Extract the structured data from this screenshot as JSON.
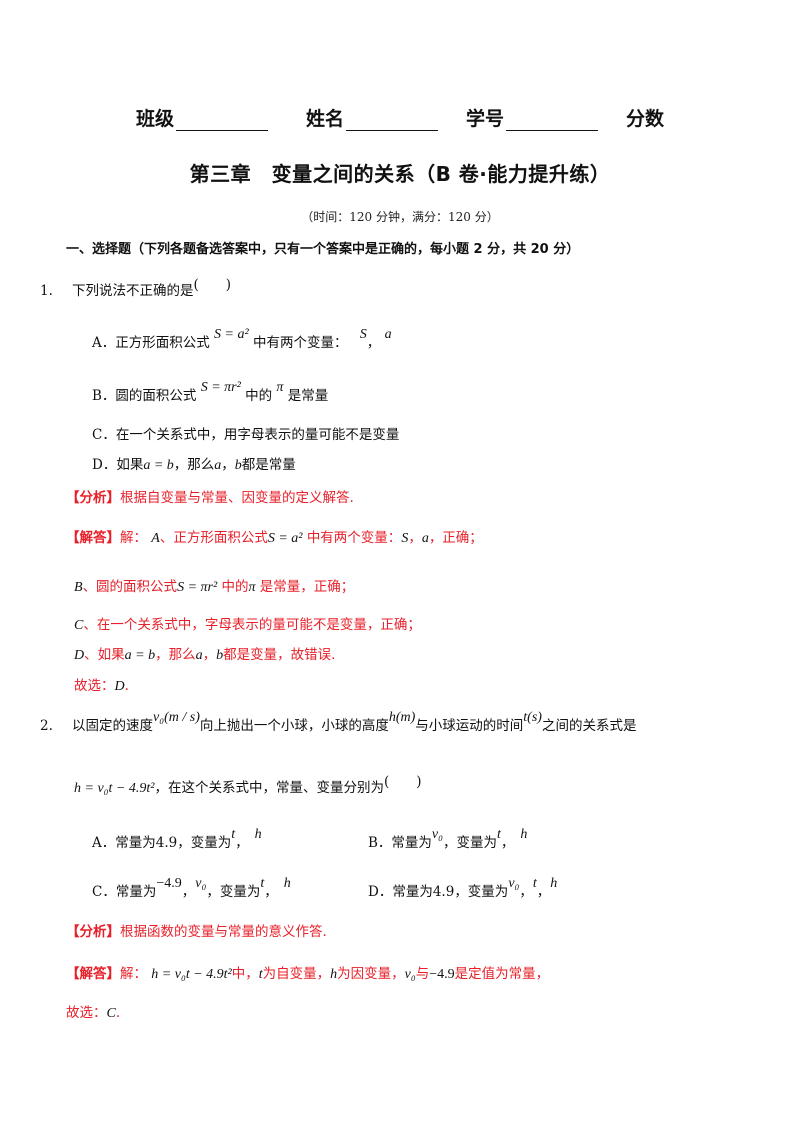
{
  "header": {
    "fields": [
      {
        "label": "班级",
        "value": ""
      },
      {
        "label": "姓名",
        "value": ""
      },
      {
        "label": "学号",
        "value": ""
      },
      {
        "label": "分数",
        "value": ""
      }
    ]
  },
  "title": "第三章　变量之间的关系（B 卷·能力提升练）",
  "subtitle": "（时间：120 分钟，满分：120 分）",
  "section_heading": "一、选择题（下列各题备选答案中，只有一个答案中是正确的，每小题 2 分，共 20 分）",
  "questions": [
    {
      "number": "1.",
      "stem": "下列说法不正确的是",
      "blank": "(　　)",
      "options": [
        {
          "label": "A．",
          "text1": "正方形面积公式",
          "math1": "S = a²",
          "text2": "中有两个变量：",
          "math2": "S",
          "sep": "，",
          "math3": "a"
        },
        {
          "label": "B．",
          "text1": "圆的面积公式",
          "math1": "S = πr²",
          "text2": "中的",
          "math2": "π",
          "text3": "是常量"
        },
        {
          "label": "C．",
          "text1": "在一个关系式中，用字母表示的量可能不是变量"
        },
        {
          "label": "D．",
          "text1": "如果",
          "math1": "a = b",
          "text2": "，那么",
          "math2": "a",
          "sep": "，",
          "math3": "b",
          "text3": "都是常量"
        }
      ],
      "analysis_tag": "【分析】",
      "analysis": "根据自变量与常量、因变量的定义解答.",
      "solution_tag": "【解答】",
      "solution_lines": [
        {
          "prefix": "解：",
          "m0": "A",
          "t1": "、正方形面积公式",
          "m1": "S = a²",
          "t2": "中有两个变量：",
          "m2": "S",
          "t3": "，",
          "m3": "a",
          "t4": "，正确；"
        },
        {
          "m0": "B",
          "t1": "、圆的面积公式",
          "m1": "S = πr²",
          "t2": "中的",
          "m2": "π",
          "t3": "是常量，正确；"
        },
        {
          "m0": "C",
          "t1": "、在一个关系式中，字母表示的量可能不是变量，正确；"
        },
        {
          "m0": "D",
          "t1": "、如果",
          "m1": "a = b",
          "t2": "，那么",
          "m2": "a",
          "t3": "，",
          "m3": "b",
          "t4": "都是变量，故错误."
        }
      ],
      "choice_prefix": "故选：",
      "choice": "D",
      "choice_suffix": "."
    },
    {
      "number": "2.",
      "stem_parts": [
        "以固定的速度",
        "向上抛出一个小球，小球的高度",
        "与小球运动的时间",
        "之间的关系式是"
      ],
      "stem_math": [
        "v₀(m / s)",
        "h(m)",
        "t(s)"
      ],
      "formula": "h = v₀t − 4.9t²",
      "stem_tail": "，在这个关系式中，常量、变量分别为",
      "blank": "(　　)",
      "options": [
        {
          "label": "A．",
          "text1": "常量为",
          "num": "4.9",
          "text2": "，变量为",
          "vars": [
            "t",
            "h"
          ]
        },
        {
          "label": "B．",
          "text1": "常量为",
          "math": "v₀",
          "text2": "，变量为",
          "vars": [
            "t",
            "h"
          ]
        },
        {
          "label": "C．",
          "text1": "常量为",
          "math": "−4.9",
          "math2": "v₀",
          "text2": "，变量为",
          "vars": [
            "t",
            "h"
          ]
        },
        {
          "label": "D．",
          "text1": "常量为",
          "num": "4.9",
          "text2": "，变量为",
          "vars": [
            "v₀",
            "t",
            "h"
          ]
        }
      ],
      "analysis_tag": "【分析】",
      "analysis": "根据函数的变量与常量的意义作答.",
      "solution_tag": "【解答】",
      "solution": {
        "prefix": "解：",
        "m1": "h = v₀t − 4.9t²",
        "t1": "中，",
        "m2": "t",
        "t2": "为自变量，",
        "m3": "h",
        "t3": "为因变量，",
        "m4": "v₀",
        "t4": "与",
        "m5": "−4.9",
        "t5": "是定值为常量，"
      },
      "choice_prefix": "故选：",
      "choice": "C",
      "choice_suffix": "."
    }
  ]
}
